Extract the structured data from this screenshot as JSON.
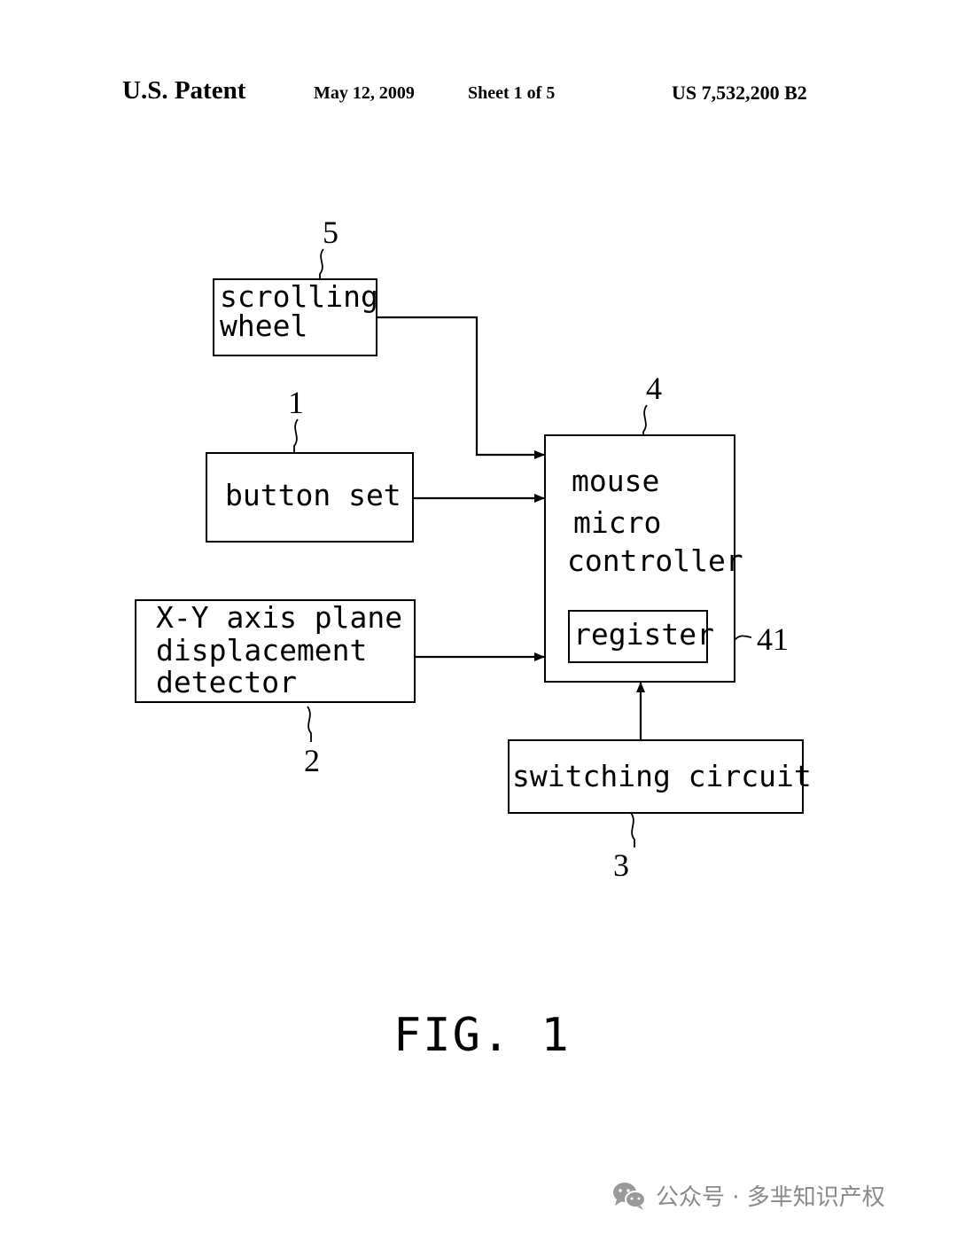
{
  "header": {
    "title": "U.S. Patent",
    "date": "May 12, 2009",
    "sheet": "Sheet 1 of 5",
    "patent_number": "US 7,532,200 B2"
  },
  "diagram": {
    "blocks": {
      "scrolling_wheel": {
        "lines": [
          "scrolling",
          "wheel"
        ],
        "ref": "5"
      },
      "button_set": {
        "lines": [
          "button set"
        ],
        "ref": "1"
      },
      "displacement_detector": {
        "lines": [
          "X-Y axis plane",
          "displacement",
          "detector"
        ],
        "ref": "2"
      },
      "micro_controller": {
        "lines": [
          "mouse",
          "micro",
          "controller"
        ],
        "ref": "4"
      },
      "register": {
        "lines": [
          "register"
        ],
        "ref": "41"
      },
      "switching_circuit": {
        "lines": [
          "switching circuit"
        ],
        "ref": "3"
      }
    },
    "connections": [
      {
        "from": "scrolling_wheel",
        "to": "micro_controller"
      },
      {
        "from": "button_set",
        "to": "micro_controller"
      },
      {
        "from": "displacement_detector",
        "to": "micro_controller"
      },
      {
        "from": "switching_circuit",
        "to": "micro_controller"
      }
    ]
  },
  "figure_label": "FIG. 1",
  "watermark": {
    "icon": "wechat-icon",
    "text": "公众号 · 多芈知识产权"
  }
}
